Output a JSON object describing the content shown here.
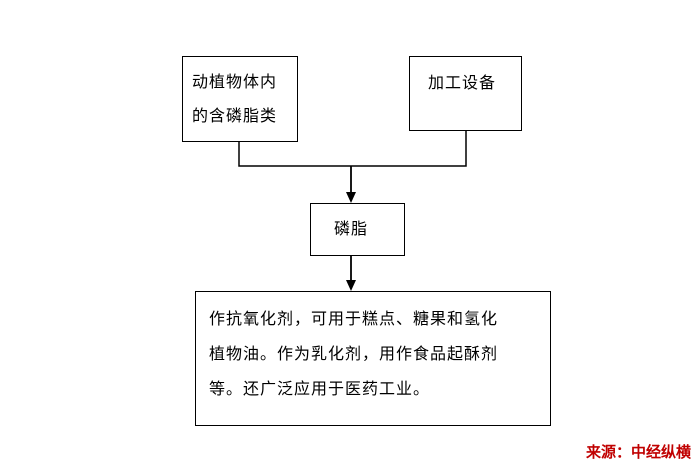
{
  "nodes": {
    "source_lines": [
      "动植物体内",
      "的含磷脂类"
    ],
    "equipment": "加工设备",
    "product": "磷脂",
    "uses_lines": [
      "作抗氧化剂，可用于糕点、糖果和氢化",
      "植物油。作为乳化剂，用作食品起酥剂",
      "等。还广泛应用于医药工业。"
    ]
  },
  "footer": {
    "source_label": "来源：",
    "source_name": "中经纵横",
    "color": "#c00000"
  },
  "style": {
    "line_color": "#000000"
  }
}
